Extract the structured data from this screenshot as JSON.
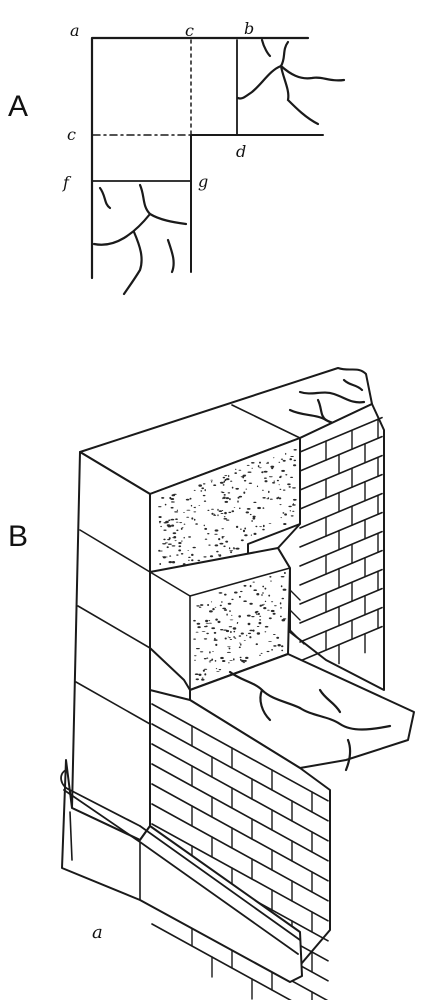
{
  "figure": {
    "section_a": {
      "label": "A",
      "points": [
        "a",
        "c",
        "b",
        "c",
        "d",
        "f",
        "g"
      ]
    },
    "section_b": {
      "label": "B",
      "mark": "a"
    }
  }
}
